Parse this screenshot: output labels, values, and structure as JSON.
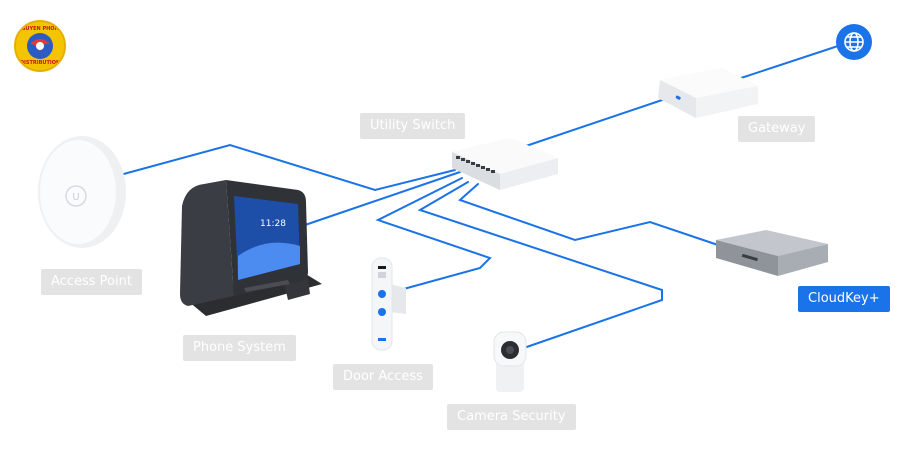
{
  "logo": {
    "top_text": "NGUYEN PHONG",
    "bottom_text": "DISTRIBUTION"
  },
  "labels": {
    "utility_switch": "Utility Switch",
    "gateway": "Gateway",
    "access_point": "Access Point",
    "phone_system": "Phone System",
    "door_access": "Door Access",
    "camera_security": "Camera Security",
    "cloudkey": "CloudKey+"
  },
  "phone_screen_time": "11:28",
  "icons": {
    "internet": "globe-icon"
  },
  "colors": {
    "wire": "#1a73e8",
    "label_bg": "#e3e3e3",
    "accent": "#1a73e8"
  }
}
